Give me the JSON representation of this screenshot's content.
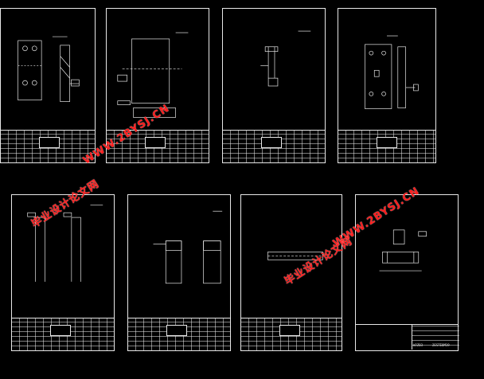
{
  "colors": {
    "background": "#000000",
    "lines": "#e8e8e8",
    "watermark": "#ff1d1d"
  },
  "title_blocks": {
    "sheet_8_code_1": "WJZ03",
    "sheet_8_code_2": "2ESTEOM19"
  },
  "watermarks": {
    "site": "WWW.2BYSJ.CN",
    "name_cn": "毕业设计论文网"
  }
}
